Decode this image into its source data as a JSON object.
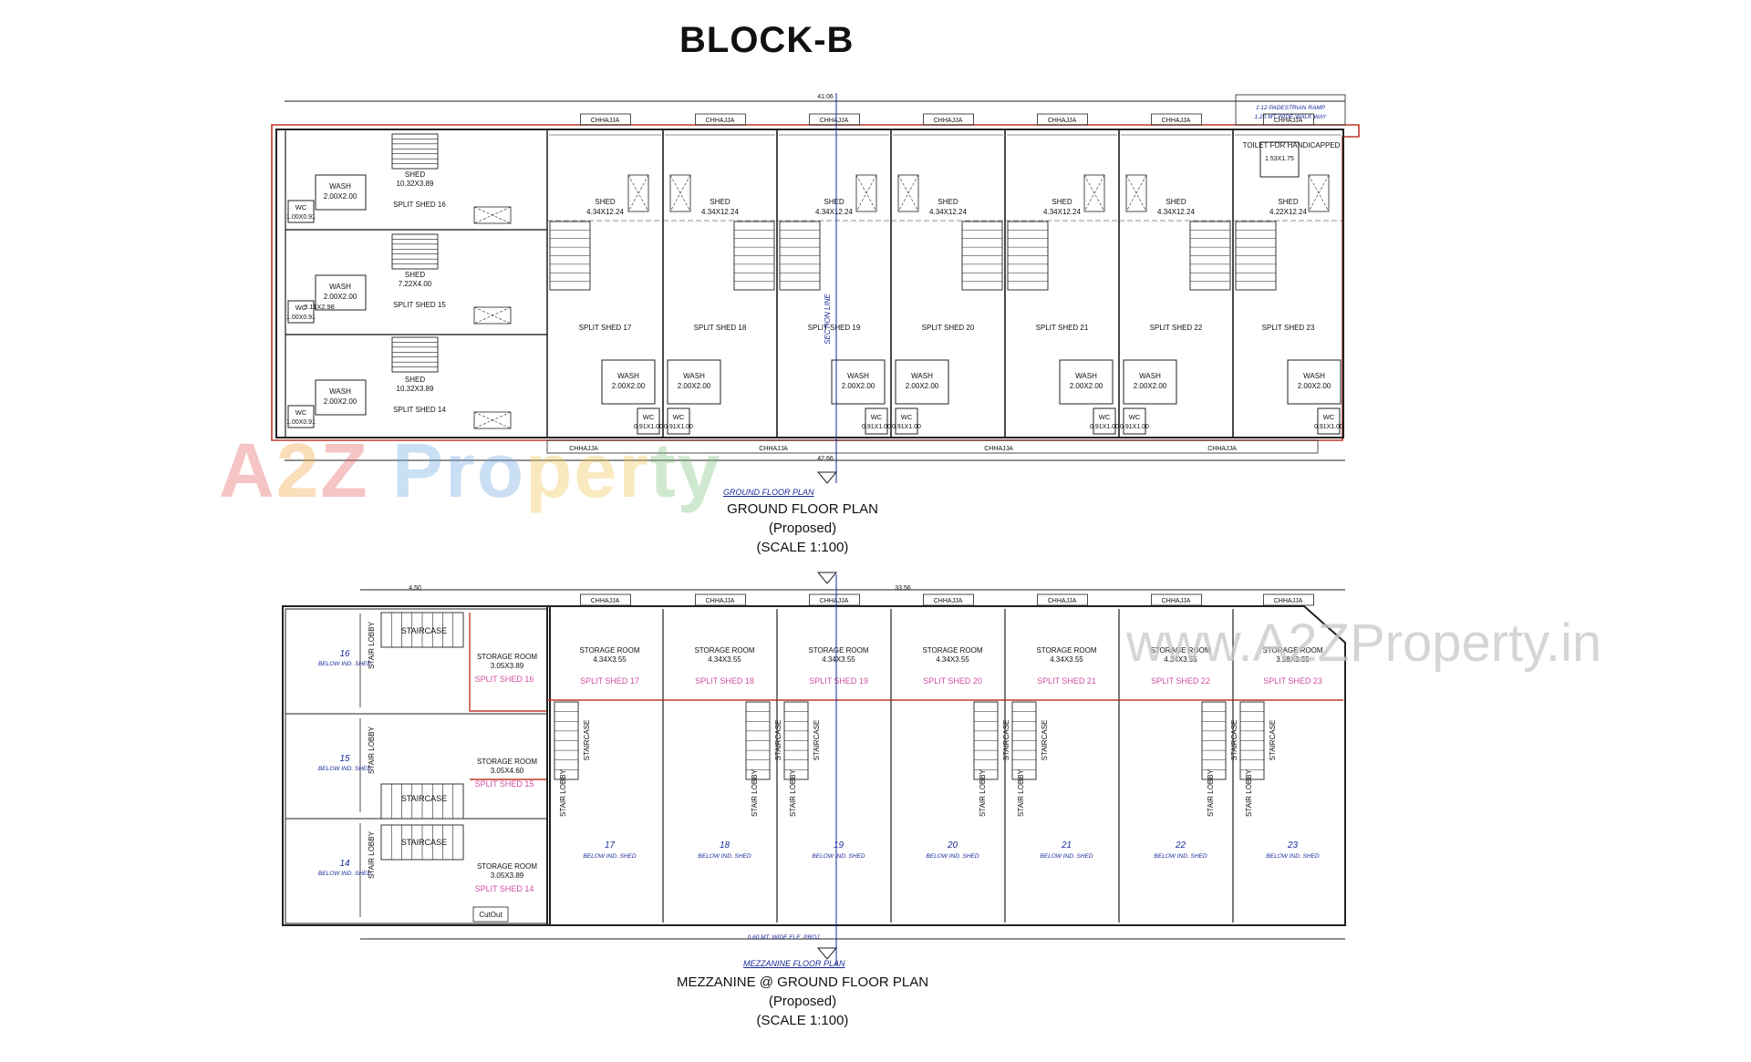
{
  "header": {
    "title": "BLOCK-B"
  },
  "ground_plan": {
    "caption_small": "GROUND FLOOR PLAN",
    "caption_title": "GROUND FLOOR PLAN",
    "caption_sub": "(Proposed)",
    "caption_scale": "(SCALE 1:100)",
    "dim_top": "41.06",
    "dim_bottom": "42.66",
    "ramp_label_1": "1:12 PADESTRIAN RAMP",
    "ramp_label_2": "1.20 MT WIDE WALK WAY",
    "toilet_label": "TOILET FOR HANDICAPPED",
    "toilet_dim": "1.53X1.75",
    "section_line": "SECTION LINE",
    "chhajja": "CHHAJJA",
    "left_sheds": [
      {
        "name": "SHED",
        "dim": "10.32X3.89",
        "split": "SPLIT SHED 16",
        "wash": "WASH",
        "wash_dim": "2.00X2.00",
        "wc": "WC",
        "wc_dim": "1.00X0.91"
      },
      {
        "name": "SHED",
        "dim": "7.22X4.00",
        "split": "SPLIT SHED 15",
        "wash": "WASH",
        "wash_dim": "2.00X2.00",
        "wc": "WC",
        "wc_dim": "1.00X0.91",
        "extra": "3.11X2.98"
      },
      {
        "name": "SHED",
        "dim": "10.32X3.89",
        "split": "SPLIT SHED 14",
        "wash": "WASH",
        "wash_dim": "2.00X2.00",
        "wc": "WC",
        "wc_dim": "1.00X0.91"
      }
    ],
    "bays": [
      {
        "name": "SHED",
        "dim": "4.34X12.24",
        "split": "SPLIT SHED 17",
        "wash": "WASH",
        "wash_dim": "2.00X2.00",
        "wc": "WC",
        "wc_dim": "0.91X1.00"
      },
      {
        "name": "SHED",
        "dim": "4.34X12.24",
        "split": "SPLIT SHED 18",
        "wash": "WASH",
        "wash_dim": "2.00X2.00",
        "wc": "WC",
        "wc_dim": "0.91X1.00"
      },
      {
        "name": "SHED",
        "dim": "4.34X12.24",
        "split": "SPLIT SHED 19",
        "wash": "WASH",
        "wash_dim": "2.00X2.00",
        "wc": "WC",
        "wc_dim": "0.91X1.00"
      },
      {
        "name": "SHED",
        "dim": "4.34X12.24",
        "split": "SPLIT SHED 20",
        "wash": "WASH",
        "wash_dim": "2.00X2.00",
        "wc": "WC",
        "wc_dim": "0.91X1.00"
      },
      {
        "name": "SHED",
        "dim": "4.34X12.24",
        "split": "SPLIT SHED 21",
        "wash": "WASH",
        "wash_dim": "2.00X2.00",
        "wc": "WC",
        "wc_dim": "0.91X1.00"
      },
      {
        "name": "SHED",
        "dim": "4.34X12.24",
        "split": "SPLIT SHED 22",
        "wash": "WASH",
        "wash_dim": "2.00X2.00",
        "wc": "WC",
        "wc_dim": "0.91X1.00"
      },
      {
        "name": "SHED",
        "dim": "4.22X12.24",
        "split": "SPLIT SHED 23",
        "wash": "WASH",
        "wash_dim": "2.00X2.00",
        "wc": "WC",
        "wc_dim": "0.91X1.00"
      }
    ]
  },
  "mezz_plan": {
    "caption_small": "MEZZANINE FLOOR PLAN",
    "caption_title": "MEZZANINE @ GROUND FLOOR PLAN",
    "caption_sub": "(Proposed)",
    "caption_scale": "(SCALE 1:100)",
    "dim_top": "33.56",
    "dim_left": "4.50",
    "walkway": "0.60 MT. WIDE ELE. PROJ.",
    "staircase": "STAIRCASE",
    "stair_lobby": "STAIR LOBBY",
    "cutout": "CutOut",
    "below": "BELOW IND. SHED",
    "left_units": [
      {
        "num": "16",
        "room": "STORAGE ROOM",
        "dim": "3.05X3.89",
        "split": "SPLIT SHED 16"
      },
      {
        "num": "15",
        "room": "STORAGE ROOM",
        "dim": "3.05X4.60",
        "split": "SPLIT SHED 15"
      },
      {
        "num": "14",
        "room": "STORAGE ROOM",
        "dim": "3.05X3.89",
        "split": "SPLIT SHED 14"
      }
    ],
    "bays": [
      {
        "num": "17",
        "room": "STORAGE ROOM",
        "dim": "4.34X3.55",
        "split": "SPLIT SHED 17"
      },
      {
        "num": "18",
        "room": "STORAGE ROOM",
        "dim": "4.34X3.55",
        "split": "SPLIT SHED 18"
      },
      {
        "num": "19",
        "room": "STORAGE ROOM",
        "dim": "4.34X3.55",
        "split": "SPLIT SHED 19"
      },
      {
        "num": "20",
        "room": "STORAGE ROOM",
        "dim": "4.34X3.55",
        "split": "SPLIT SHED 20"
      },
      {
        "num": "21",
        "room": "STORAGE ROOM",
        "dim": "4.34X3.55",
        "split": "SPLIT SHED 21"
      },
      {
        "num": "22",
        "room": "STORAGE ROOM",
        "dim": "4.34X3.55",
        "split": "SPLIT SHED 22"
      },
      {
        "num": "23",
        "room": "STORAGE ROOM",
        "dim": "3.58X3.55",
        "split": "SPLIT SHED 23"
      }
    ]
  },
  "watermarks": {
    "logo_a": "A",
    "logo_2": "2",
    "logo_z": "Z ",
    "logo_p": "Pro",
    "logo_r": "per",
    "logo_y": "ty",
    "site": "www.A2ZProperty.in"
  },
  "colors": {
    "wall": "#222222",
    "outline_red": "#c0392b",
    "label_pink": "#d04fa0",
    "label_blue": "#1a2a9a"
  }
}
